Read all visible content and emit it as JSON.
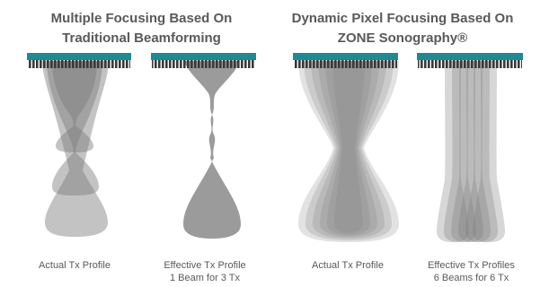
{
  "headings": {
    "left": {
      "line1": "Multiple Focusing Based On",
      "line2": "Traditional Beamforming"
    },
    "right": {
      "line1": "Dynamic Pixel Focusing Based On",
      "line2": "ZONE Sonography®"
    }
  },
  "captions": {
    "p1": {
      "line1": "Actual Tx Profile",
      "line2": ""
    },
    "p2": {
      "line1": "Effective Tx Profile",
      "line2": "1 Beam for 3 Tx"
    },
    "p3": {
      "line1": "Actual Tx Profile",
      "line2": ""
    },
    "p4": {
      "line1": "Effective Tx Profiles",
      "line2": "6 Beams for 6 Tx"
    }
  },
  "colors": {
    "text": "#58595b",
    "transducer": "#1e8a94",
    "elements": "#3a3a3a",
    "beam": "#7a7a7a"
  },
  "icons": [
    "transducer-array-icon"
  ]
}
